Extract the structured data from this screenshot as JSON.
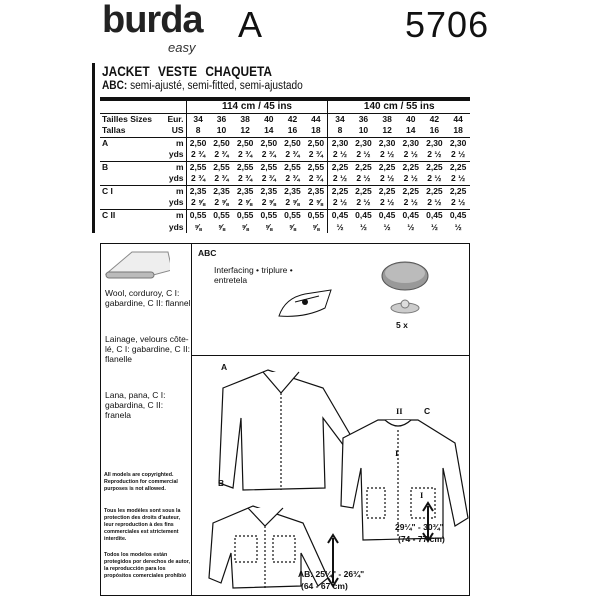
{
  "header": {
    "brand": "burda",
    "brand_sub": "easy",
    "view": "A",
    "pattern_number": "5706"
  },
  "title": "JACKET  VESTE   CHAQUETA",
  "subtitle_bold": "ABC:",
  "subtitle": " semi-ajusté, semi-fitted, semi-ajustado",
  "table": {
    "widths": [
      "114 cm / 45 ins",
      "140 cm / 55 ins"
    ],
    "size_labels": {
      "row1": "Tailles  Sizes",
      "row2": "Tallas",
      "eur": "Eur.",
      "us": "US"
    },
    "eur": [
      "34",
      "36",
      "38",
      "40",
      "42",
      "44",
      "34",
      "36",
      "38",
      "40",
      "42",
      "44"
    ],
    "us": [
      "8",
      "10",
      "12",
      "14",
      "16",
      "18",
      "8",
      "10",
      "12",
      "14",
      "16",
      "18"
    ],
    "rows": [
      {
        "view": "A",
        "m": [
          "2,50",
          "2,50",
          "2,50",
          "2,50",
          "2,50",
          "2,50",
          "2,30",
          "2,30",
          "2,30",
          "2,30",
          "2,30",
          "2,30"
        ],
        "yds": [
          "2 ¾",
          "2 ¾",
          "2 ¾",
          "2 ¾",
          "2 ¾",
          "2 ¾",
          "2 ½",
          "2 ½",
          "2 ½",
          "2 ½",
          "2 ½",
          "2 ½"
        ]
      },
      {
        "view": "B",
        "m": [
          "2,55",
          "2,55",
          "2,55",
          "2,55",
          "2,55",
          "2,55",
          "2,25",
          "2,25",
          "2,25",
          "2,25",
          "2,25",
          "2,25"
        ],
        "yds": [
          "2 ¾",
          "2 ¾",
          "2 ¾",
          "2 ¾",
          "2 ¾",
          "2 ¾",
          "2 ½",
          "2 ½",
          "2 ½",
          "2 ½",
          "2 ½",
          "2 ½"
        ]
      },
      {
        "view": "C I",
        "m": [
          "2,35",
          "2,35",
          "2,35",
          "2,35",
          "2,35",
          "2,35",
          "2,25",
          "2,25",
          "2,25",
          "2,25",
          "2,25",
          "2,25"
        ],
        "yds": [
          "2 ⅝",
          "2 ⅝",
          "2 ⅝",
          "2 ⅝",
          "2 ⅝",
          "2 ⅝",
          "2 ½",
          "2 ½",
          "2 ½",
          "2 ½",
          "2 ½",
          "2 ½"
        ]
      },
      {
        "view": "C II",
        "m": [
          "0,55",
          "0,55",
          "0,55",
          "0,55",
          "0,55",
          "0,55",
          "0,45",
          "0,45",
          "0,45",
          "0,45",
          "0,45",
          "0,45"
        ],
        "yds": [
          "⅝",
          "⅝",
          "⅝",
          "⅝",
          "⅝",
          "⅝",
          "½",
          "½",
          "½",
          "½",
          "½",
          "½"
        ]
      }
    ],
    "unit_m": "m",
    "unit_yds": "yds"
  },
  "fabrics": {
    "en": "Wool, corduroy, C I: gabardine, C II: flannel",
    "fr": "Lainage, velours côte-lé, C I: gabardine, C II: flanelle",
    "es": "Lana, pana, C I: gabardina, C II: franela"
  },
  "copyright": {
    "en": "All models are copyrighted. Reproduction for commercial purposes is not allowed.",
    "fr": "Tous les modèles sont sous la protection des droits d'auteur, leur reproduction à des fins commerciales est strictement interdite.",
    "es": "Todos los modelos están protegidos por derechos de autor, la reproducción para los propósitos comerciales prohibió"
  },
  "notions": {
    "label": "ABC",
    "interfacing": "Interfacing • triplure • entretela",
    "buttons_qty": "5 x"
  },
  "views": {
    "a": "A",
    "b": "B",
    "c": "C",
    "c_one": "I",
    "c_two": "II",
    "c_one_b": "I",
    "ab_length": "AB: 25¼\" - 26¾\"",
    "ab_length_cm": "(64 - 67 cm)",
    "c_length": "29¼\" - 30¾\"",
    "c_length_cm": "(74 - 77 cm)"
  }
}
